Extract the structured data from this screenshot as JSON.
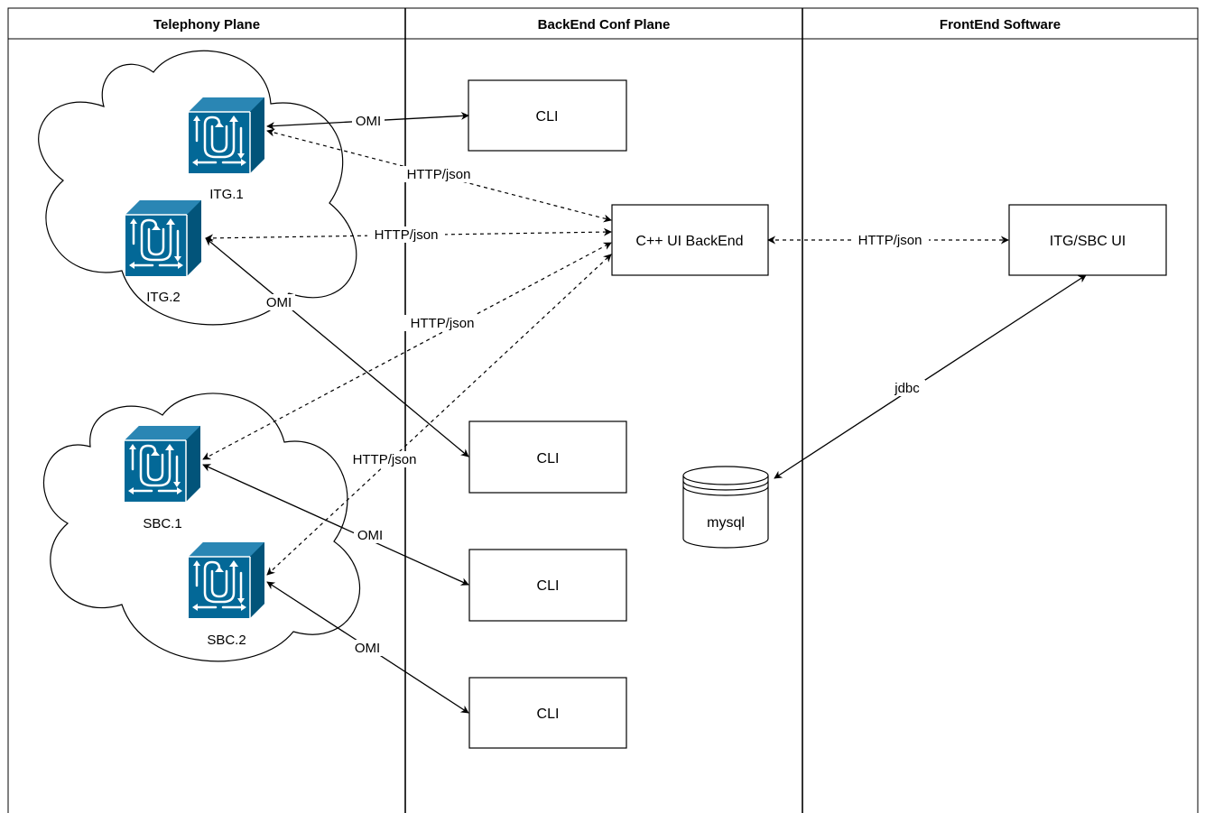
{
  "lanes": {
    "telephony": "Telephony Plane",
    "backend": "BackEnd Conf Plane",
    "frontend": "FrontEnd Software"
  },
  "nodes": {
    "cli1": "CLI",
    "cli2": "CLI",
    "cli3": "CLI",
    "cli4": "CLI",
    "cpp_backend": "C++ UI BackEnd",
    "ui": "ITG/SBC UI",
    "mysql": "mysql"
  },
  "devices": {
    "itg1": "ITG.1",
    "itg2": "ITG.2",
    "sbc1": "SBC.1",
    "sbc2": "SBC.2"
  },
  "edges": {
    "omi_itg1": "OMI",
    "omi_itg2": "OMI",
    "omi_sbc1": "OMI",
    "omi_sbc2": "OMI",
    "http_itg1": "HTTP/json",
    "http_itg2": "HTTP/json",
    "http_sbc1": "HTTP/json",
    "http_sbc2": "HTTP/json",
    "http_ui": "HTTP/json",
    "jdbc": "jdbc"
  },
  "colors": {
    "device": "#036897",
    "line": "#000000"
  },
  "icons": {
    "device": "router-switch-icon",
    "cloud": "cloud-shape",
    "database": "database-cylinder"
  }
}
